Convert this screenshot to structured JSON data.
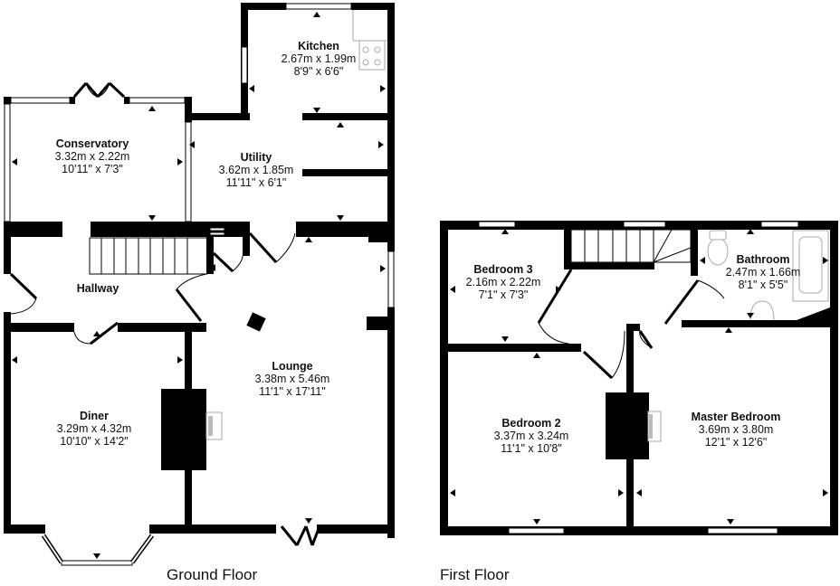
{
  "floors": [
    {
      "title": "Ground Floor",
      "rooms": [
        {
          "name": "Kitchen",
          "metric": "2.67m x 1.99m",
          "imperial": "8'9\" x 6'6\""
        },
        {
          "name": "Conservatory",
          "metric": "3.32m x 2.22m",
          "imperial": "10'11\" x 7'3\""
        },
        {
          "name": "Utility",
          "metric": "3.62m x 1.85m",
          "imperial": "11'11\" x 6'1\""
        },
        {
          "name": "Hallway"
        },
        {
          "name": "Lounge",
          "metric": "3.38m x 5.46m",
          "imperial": "11'1\" x 17'11\""
        },
        {
          "name": "Diner",
          "metric": "3.29m x 4.32m",
          "imperial": "10'10\" x 14'2\""
        }
      ]
    },
    {
      "title": "First Floor",
      "rooms": [
        {
          "name": "Bedroom 3",
          "metric": "2.16m x 2.22m",
          "imperial": "7'1\" x 7'3\""
        },
        {
          "name": "Bathroom",
          "metric": "2.47m x 1.66m",
          "imperial": "8'1\" x 5'5\""
        },
        {
          "name": "Bedroom 2",
          "metric": "3.37m x 3.24m",
          "imperial": "11'1\" x 10'8\""
        },
        {
          "name": "Master Bedroom",
          "metric": "3.69m x 3.80m",
          "imperial": "12'1\" x 12'6\""
        }
      ]
    }
  ],
  "colors": {
    "wall": "#000000",
    "background": "#ffffff",
    "fixture": "#bbbbbb"
  }
}
